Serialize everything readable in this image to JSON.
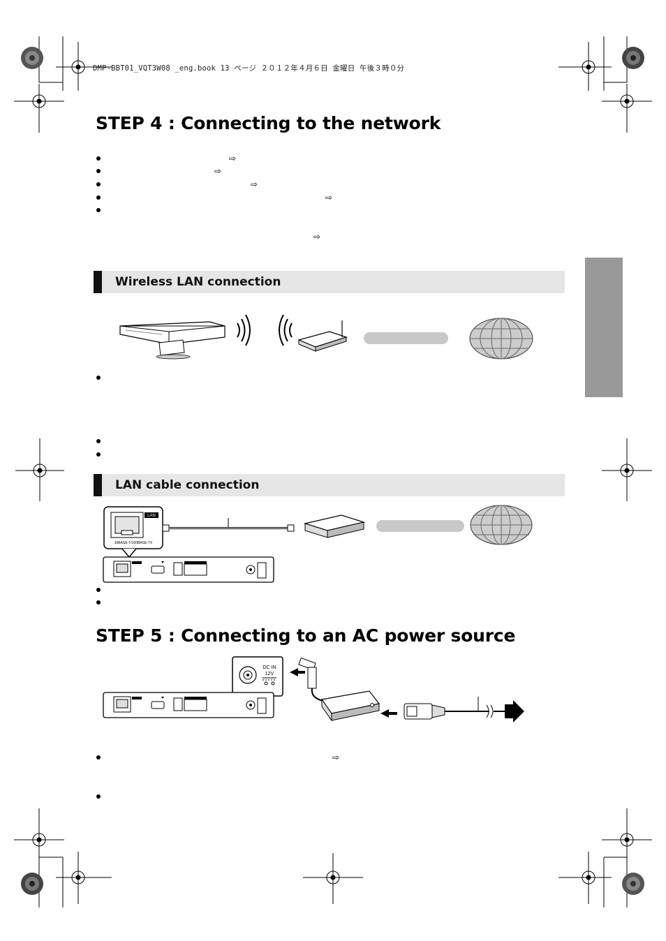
{
  "print_header": "DMP-BBT01_VQT3W08 _eng.book  13 ページ  ２０１２年４月６日  金曜日  午後３時０分",
  "step4": {
    "title": "STEP 4 : Connecting to the network"
  },
  "wireless_section": {
    "label": "Wireless LAN connection"
  },
  "lan_section": {
    "label": "LAN cable connection",
    "port_label": "LAN",
    "port_spec": "10BASE-T/100BASE-TX"
  },
  "step5": {
    "title": "STEP 5 : Connecting to an AC power source",
    "dc_label_1": "DC IN",
    "dc_label_2": "12V"
  },
  "icons": {
    "reference_arrow": "⇨"
  }
}
